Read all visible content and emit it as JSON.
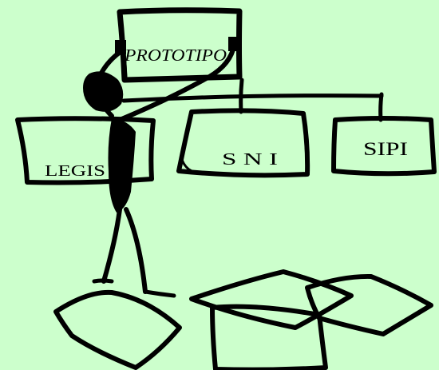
{
  "background_color": "#CCFFCC",
  "ink_color": "#000000",
  "labels": {
    "prototipo": "PROTOTIPO",
    "legis": "LEGIS",
    "sni": "S N I",
    "sipi": "SIPI"
  }
}
